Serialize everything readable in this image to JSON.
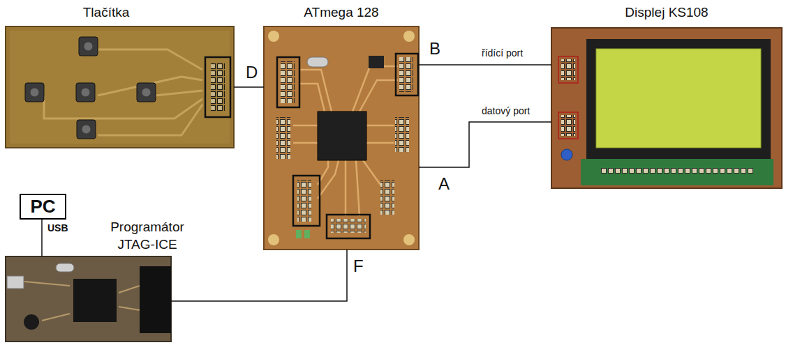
{
  "diagram": {
    "nodes": [
      {
        "text": [
          "Tlačítka"
        ]
      },
      {
        "text": [
          "ATmega 128"
        ]
      },
      {
        "text": [
          "Displej KS108"
        ]
      },
      {
        "text": [
          "PC"
        ]
      },
      {
        "text": [
          "Programátor JTAG-ICE"
        ]
      }
    ],
    "edges": [
      {
        "from": 0,
        "to": 1,
        "label": "D",
        "arrow": "none"
      },
      {
        "from": 1,
        "to": 2,
        "label": "B",
        "arrow": "none"
      },
      {
        "from": 1,
        "to": 2,
        "label": "A",
        "arrow": "none"
      },
      {
        "from": 4,
        "to": 1,
        "label": "F",
        "arrow": "none"
      },
      {
        "from": 3,
        "to": 4,
        "label": "USB",
        "arrow": "none"
      }
    ],
    "labels": [
      "řídící port",
      "datový port"
    ]
  }
}
